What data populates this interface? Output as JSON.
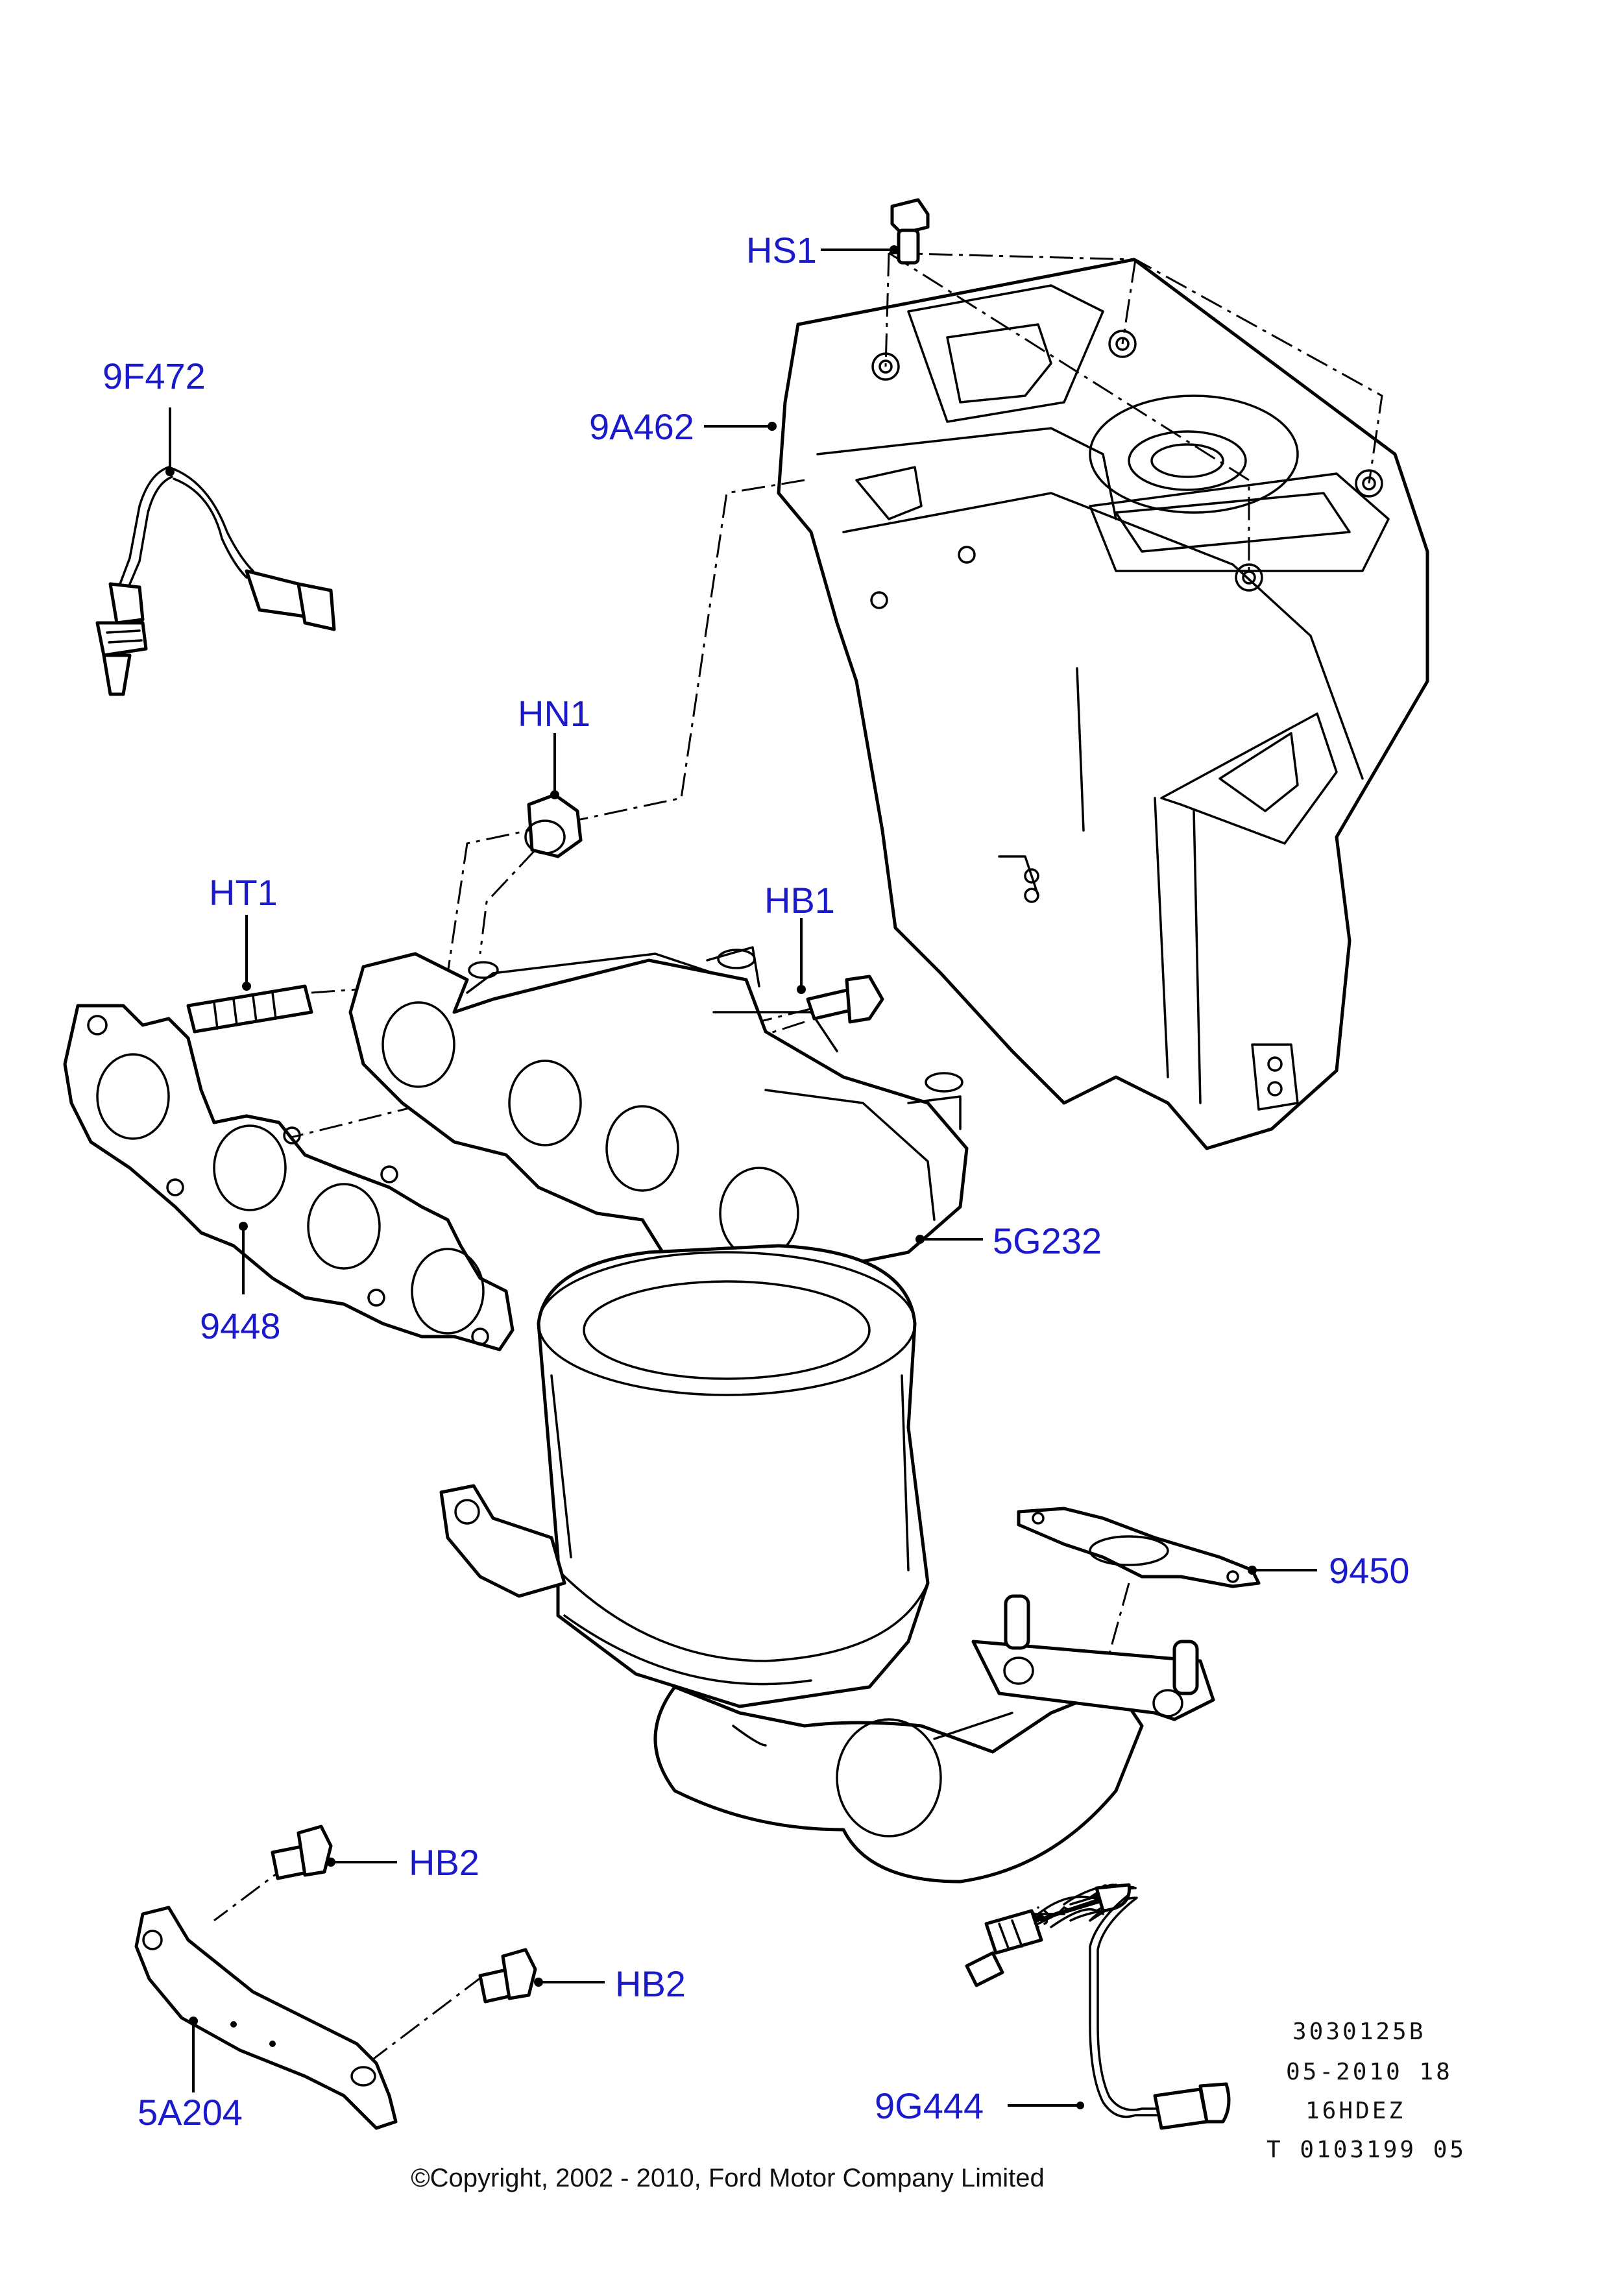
{
  "callouts": {
    "hs1": "HS1",
    "n9f472": "9F472",
    "n9a462": "9A462",
    "hn1": "HN1",
    "ht1": "HT1",
    "hb1": "HB1",
    "n5g232": "5G232",
    "n9448": "9448",
    "n9450": "9450",
    "hb2_upper": "HB2",
    "hb2_lower": "HB2",
    "n5a204": "5A204",
    "n9g444": "9G444"
  },
  "reference_block": {
    "line1": "3030125B",
    "line2": "05-2010 18",
    "line3": "16HDEZ",
    "line4": "T 0103199 05"
  },
  "copyright": "©Copyright, 2002 - 2010, Ford Motor Company Limited",
  "colors": {
    "callout_text": "#1a1acc",
    "line_art": "#000000",
    "background": "#ffffff"
  }
}
